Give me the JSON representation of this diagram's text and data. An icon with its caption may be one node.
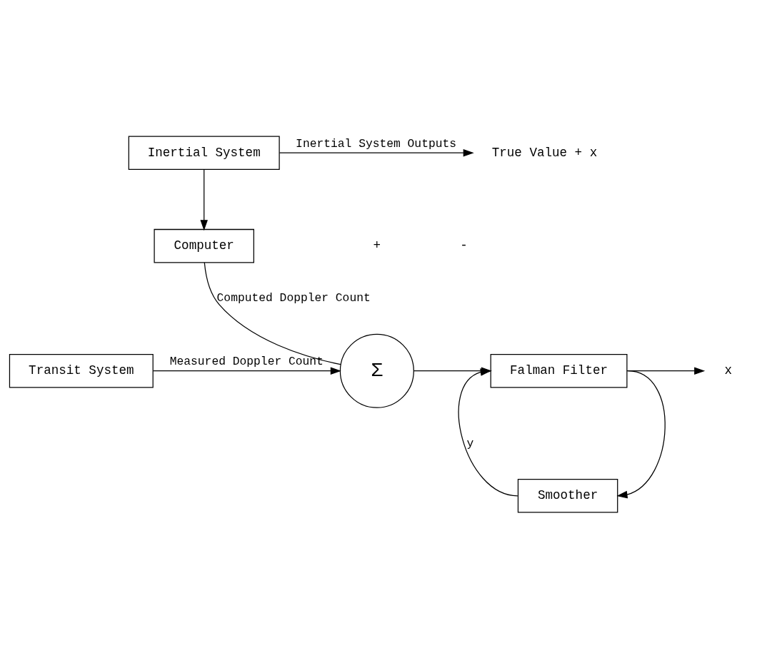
{
  "diagram": {
    "nodes": [
      {
        "text": [
          "Inertial System"
        ]
      },
      {
        "text": [
          "Computer"
        ]
      },
      {
        "text": [
          "Transit System"
        ]
      },
      {
        "text": [
          "Σ"
        ]
      },
      {
        "text": [
          "Falman Filter"
        ]
      },
      {
        "text": [
          "Smoother"
        ]
      },
      {
        "text": [
          "True Value + x"
        ]
      },
      {
        "text": [
          "x"
        ]
      }
    ],
    "edges": [
      {
        "from": 0,
        "to": 6,
        "arrow": "to",
        "label": "Inertial System Outputs"
      },
      {
        "from": 0,
        "to": 1,
        "arrow": "to"
      },
      {
        "from": 1,
        "to": 3,
        "arrow": "none",
        "label": "Computed Doppler Count"
      },
      {
        "from": 2,
        "to": 3,
        "arrow": "to",
        "label": "Measured Doppler Count"
      },
      {
        "from": 3,
        "to": 4,
        "arrow": "to"
      },
      {
        "from": 4,
        "to": 7,
        "arrow": "to"
      },
      {
        "from": 4,
        "to": 5,
        "arrow": "to"
      },
      {
        "from": 5,
        "to": 4,
        "arrow": "to",
        "label": "y"
      }
    ],
    "labels": [
      "+",
      "-"
    ]
  }
}
